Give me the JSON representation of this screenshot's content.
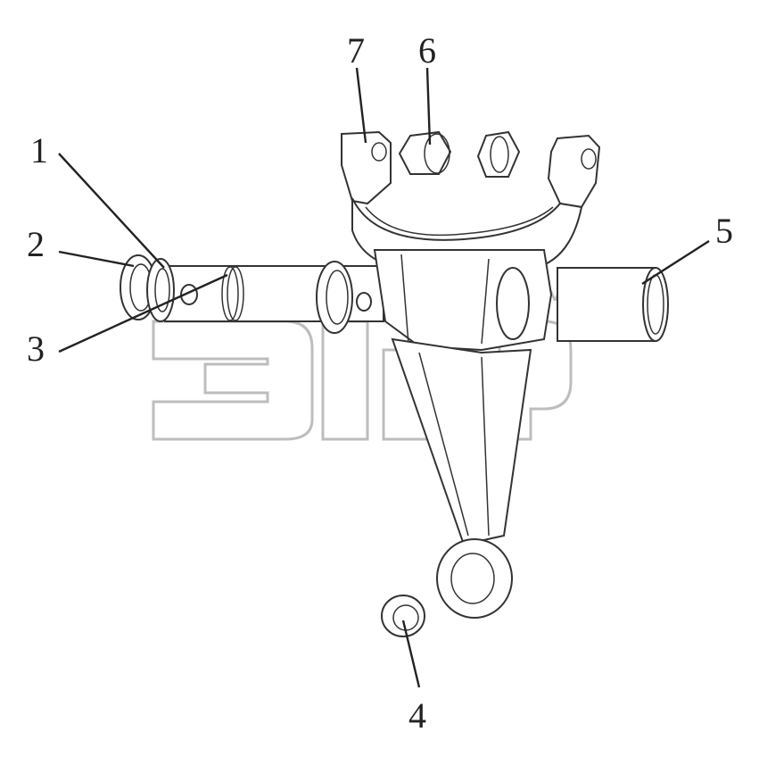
{
  "callouts": {
    "part_1": "1",
    "part_2": "2",
    "part_3": "3",
    "part_4": "4",
    "part_5": "5",
    "part_6": "6",
    "part_7": "7"
  },
  "watermark": {
    "mark": "™",
    "color": "#bdbdbd"
  },
  "colors": {
    "line": "#333333",
    "background": "#ffffff"
  }
}
